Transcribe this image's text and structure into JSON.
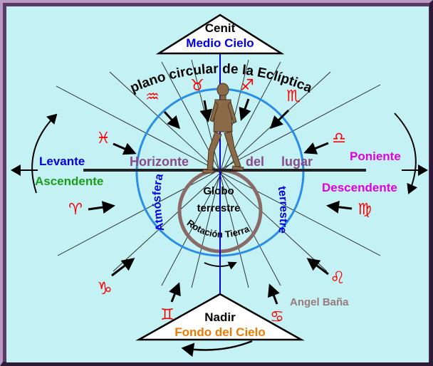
{
  "top_triangle": {
    "title": "Cenit",
    "subtitle": "Medio Cielo"
  },
  "bottom_triangle": {
    "title": "Nadir",
    "subtitle": "Fondo del Cielo"
  },
  "ecliptic_label": "plano circular de la Eclíptica",
  "horizon": {
    "left": "Horizonte",
    "mid": "del",
    "right": "lugar"
  },
  "east": {
    "name": "Levante",
    "sub": "Ascendente"
  },
  "west": {
    "name": "Poniente",
    "sub": "Descendente"
  },
  "globe": {
    "line1": "Globo",
    "line2": "terrestre"
  },
  "rotation_label": "Rotación Tierra",
  "atmosphere_label": "Atmósfera",
  "terrestrial_label": "terrestre",
  "author": "Angel Baña",
  "colors": {
    "background": "#c4f1f3",
    "frame": "#5a3a66",
    "blue": "#0000e0",
    "ring_blue": "#2a8ee6",
    "purple": "#8a4a8a",
    "brown": "#8a6a66",
    "green": "#1a9e1a",
    "magenta": "#e000e0",
    "orange": "#f07a00",
    "red": "#ff0000",
    "author": "#9a7a7a"
  },
  "zodiac": [
    {
      "name": "aquarius-icon",
      "glyph": "♒"
    },
    {
      "name": "taurus-icon",
      "glyph": "♉"
    },
    {
      "name": "sagittarius-icon",
      "glyph": "♐"
    },
    {
      "name": "scorpio-icon",
      "glyph": "♏"
    },
    {
      "name": "pisces-icon",
      "glyph": "♓"
    },
    {
      "name": "libra-icon",
      "glyph": "♎"
    },
    {
      "name": "aries-icon",
      "glyph": "♈"
    },
    {
      "name": "virgo-icon",
      "glyph": "♍"
    },
    {
      "name": "capricorn-icon",
      "glyph": "♑"
    },
    {
      "name": "leo-icon",
      "glyph": "♌"
    },
    {
      "name": "gemini-icon",
      "glyph": "♊"
    },
    {
      "name": "cancer-icon",
      "glyph": "♋"
    }
  ]
}
